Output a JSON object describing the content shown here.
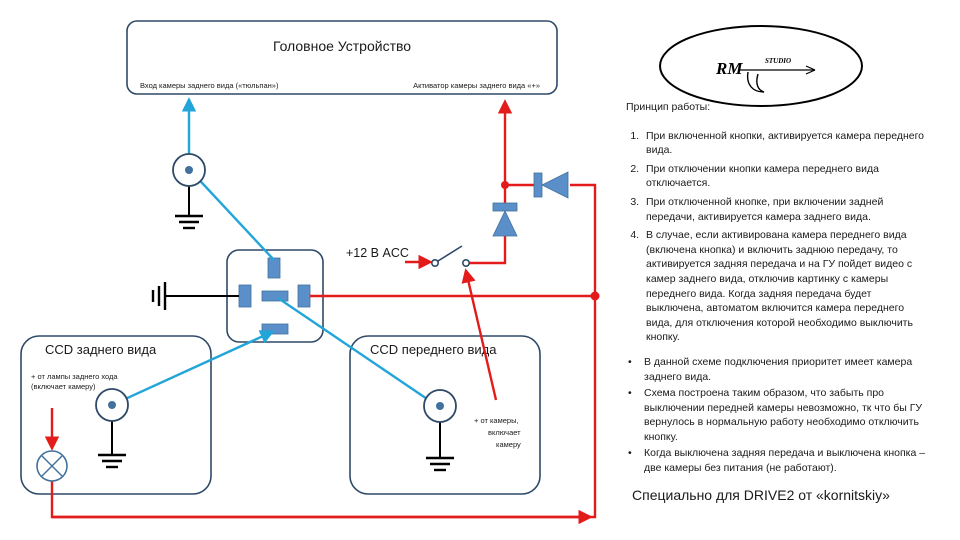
{
  "colors": {
    "box_stroke": "#2f4a68",
    "relay_fill": "#5b8fc9",
    "relay_stroke": "#41719c",
    "wire_red": "#e31b1b",
    "wire_blue": "#22a5d8",
    "wire_black": "#000000"
  },
  "head_unit": {
    "title": "Головное Устройство",
    "input_label": "Вход камеры заднего вида («тюльпан»)",
    "activator_label": "Активатор камеры заднего вида «+»"
  },
  "rear_box": {
    "title": "CCD заднего вида",
    "note_lines": [
      "+ от лампы заднего хода",
      "(включает камеру)"
    ]
  },
  "front_box": {
    "title": "CCD переднего вида",
    "note_lines": [
      "+ от камеры,",
      "включает",
      "камеру"
    ]
  },
  "acc_label": "+12 В ACC",
  "logo": {
    "main": "RM",
    "sub": "STUDIO"
  },
  "principle": {
    "heading": "Принцип работы:",
    "steps": [
      "При включенной кнопки, активируется камера переднего вида.",
      "При отключении кнопки камера переднего вида отключается.",
      "При отключенной кнопке, при включении задней передачи, активируется камера заднего вида.",
      "В случае, если активирована камера переднего вида (включена кнопка) и включить заднюю передачу, то активируется задняя передача и на ГУ пойдет видео с камер заднего вида, отключив картинку с камеры переднего вида. Когда задняя передача будет выключена, автоматом включится камера переднего вида, для отключения которой необходимо выключить кнопку."
    ],
    "notes": [
      "В данной схеме подключения приоритет имеет камера заднего вида.",
      "Схема построена таким образом, что забыть про выключении передней камеры невозможно, тк что бы ГУ вернулось в нормальную работу необходимо отключить кнопку.",
      "Когда выключена задняя передача и выключена кнопка – две камеры без питания (не работают)."
    ]
  },
  "credit": "Специально для DRIVE2 от «kornitskiy»"
}
